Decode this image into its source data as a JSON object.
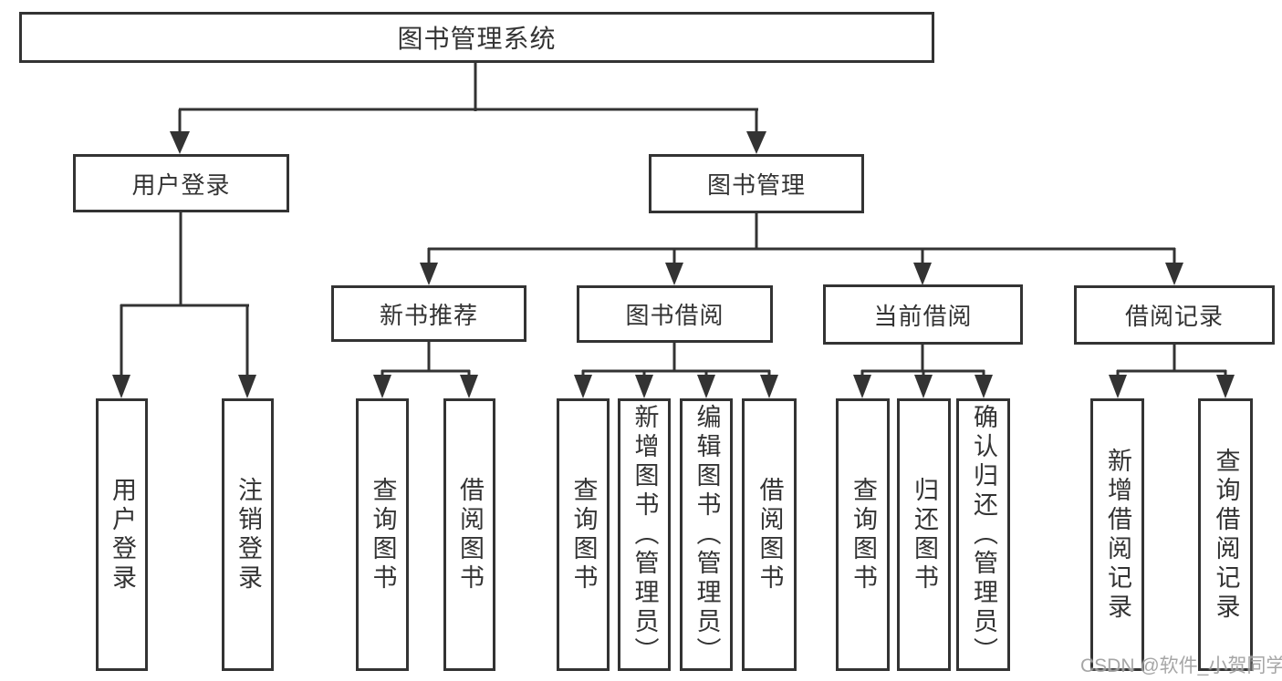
{
  "diagram_title": "图书管理系统",
  "colors": {
    "line": "#333333",
    "box_border": "#333333",
    "text": "#333333",
    "background": "#ffffff",
    "watermark": "#969696"
  },
  "tree": {
    "label": "图书管理系统",
    "children": [
      {
        "label": "用户登录",
        "children": [
          {
            "label": "用户登录"
          },
          {
            "label": "注销登录"
          }
        ]
      },
      {
        "label": "图书管理",
        "children": [
          {
            "label": "新书推荐",
            "children": [
              {
                "label": "查询图书"
              },
              {
                "label": "借阅图书"
              }
            ]
          },
          {
            "label": "图书借阅",
            "children": [
              {
                "label": "查询图书"
              },
              {
                "label": "新增图书（管理员）"
              },
              {
                "label": "编辑图书（管理员）"
              },
              {
                "label": "借阅图书"
              }
            ]
          },
          {
            "label": "当前借阅",
            "children": [
              {
                "label": "查询图书"
              },
              {
                "label": "归还图书"
              },
              {
                "label": "确认归还（管理员）"
              }
            ]
          },
          {
            "label": "借阅记录",
            "children": [
              {
                "label": "新增借阅记录"
              },
              {
                "label": "查询借阅记录"
              }
            ]
          }
        ]
      }
    ]
  },
  "watermark": {
    "text": "CSDN @软件_小贺同学"
  }
}
